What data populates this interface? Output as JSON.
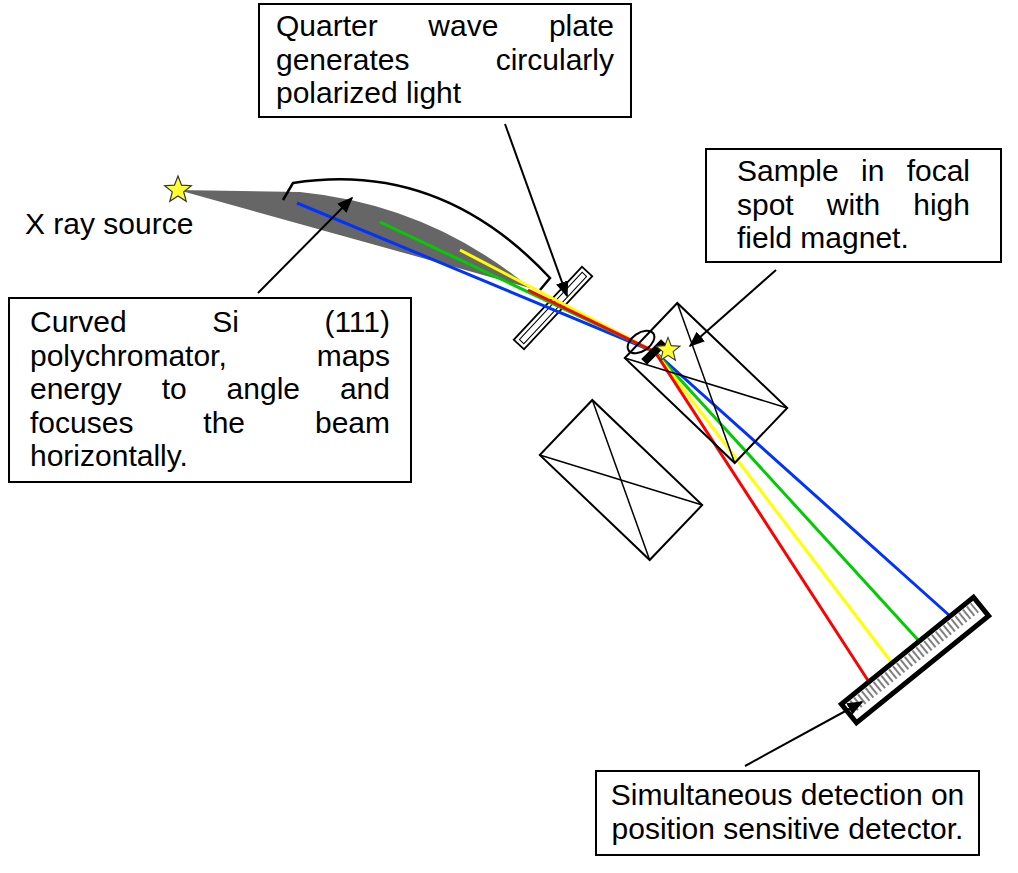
{
  "diagram": {
    "nodes": [
      {
        "text": [
          "Quarter wave plate generates circularly polarized light"
        ]
      },
      {
        "text": [
          "Sample in focal spot with high field magnet."
        ]
      },
      {
        "text": [
          "Curved Si (111) polychromator, maps energy to angle and focuses the beam horizontally."
        ]
      },
      {
        "text": [
          "Simultaneous detection on position sensitive detector."
        ]
      }
    ],
    "labels": [
      "X ray source"
    ]
  }
}
